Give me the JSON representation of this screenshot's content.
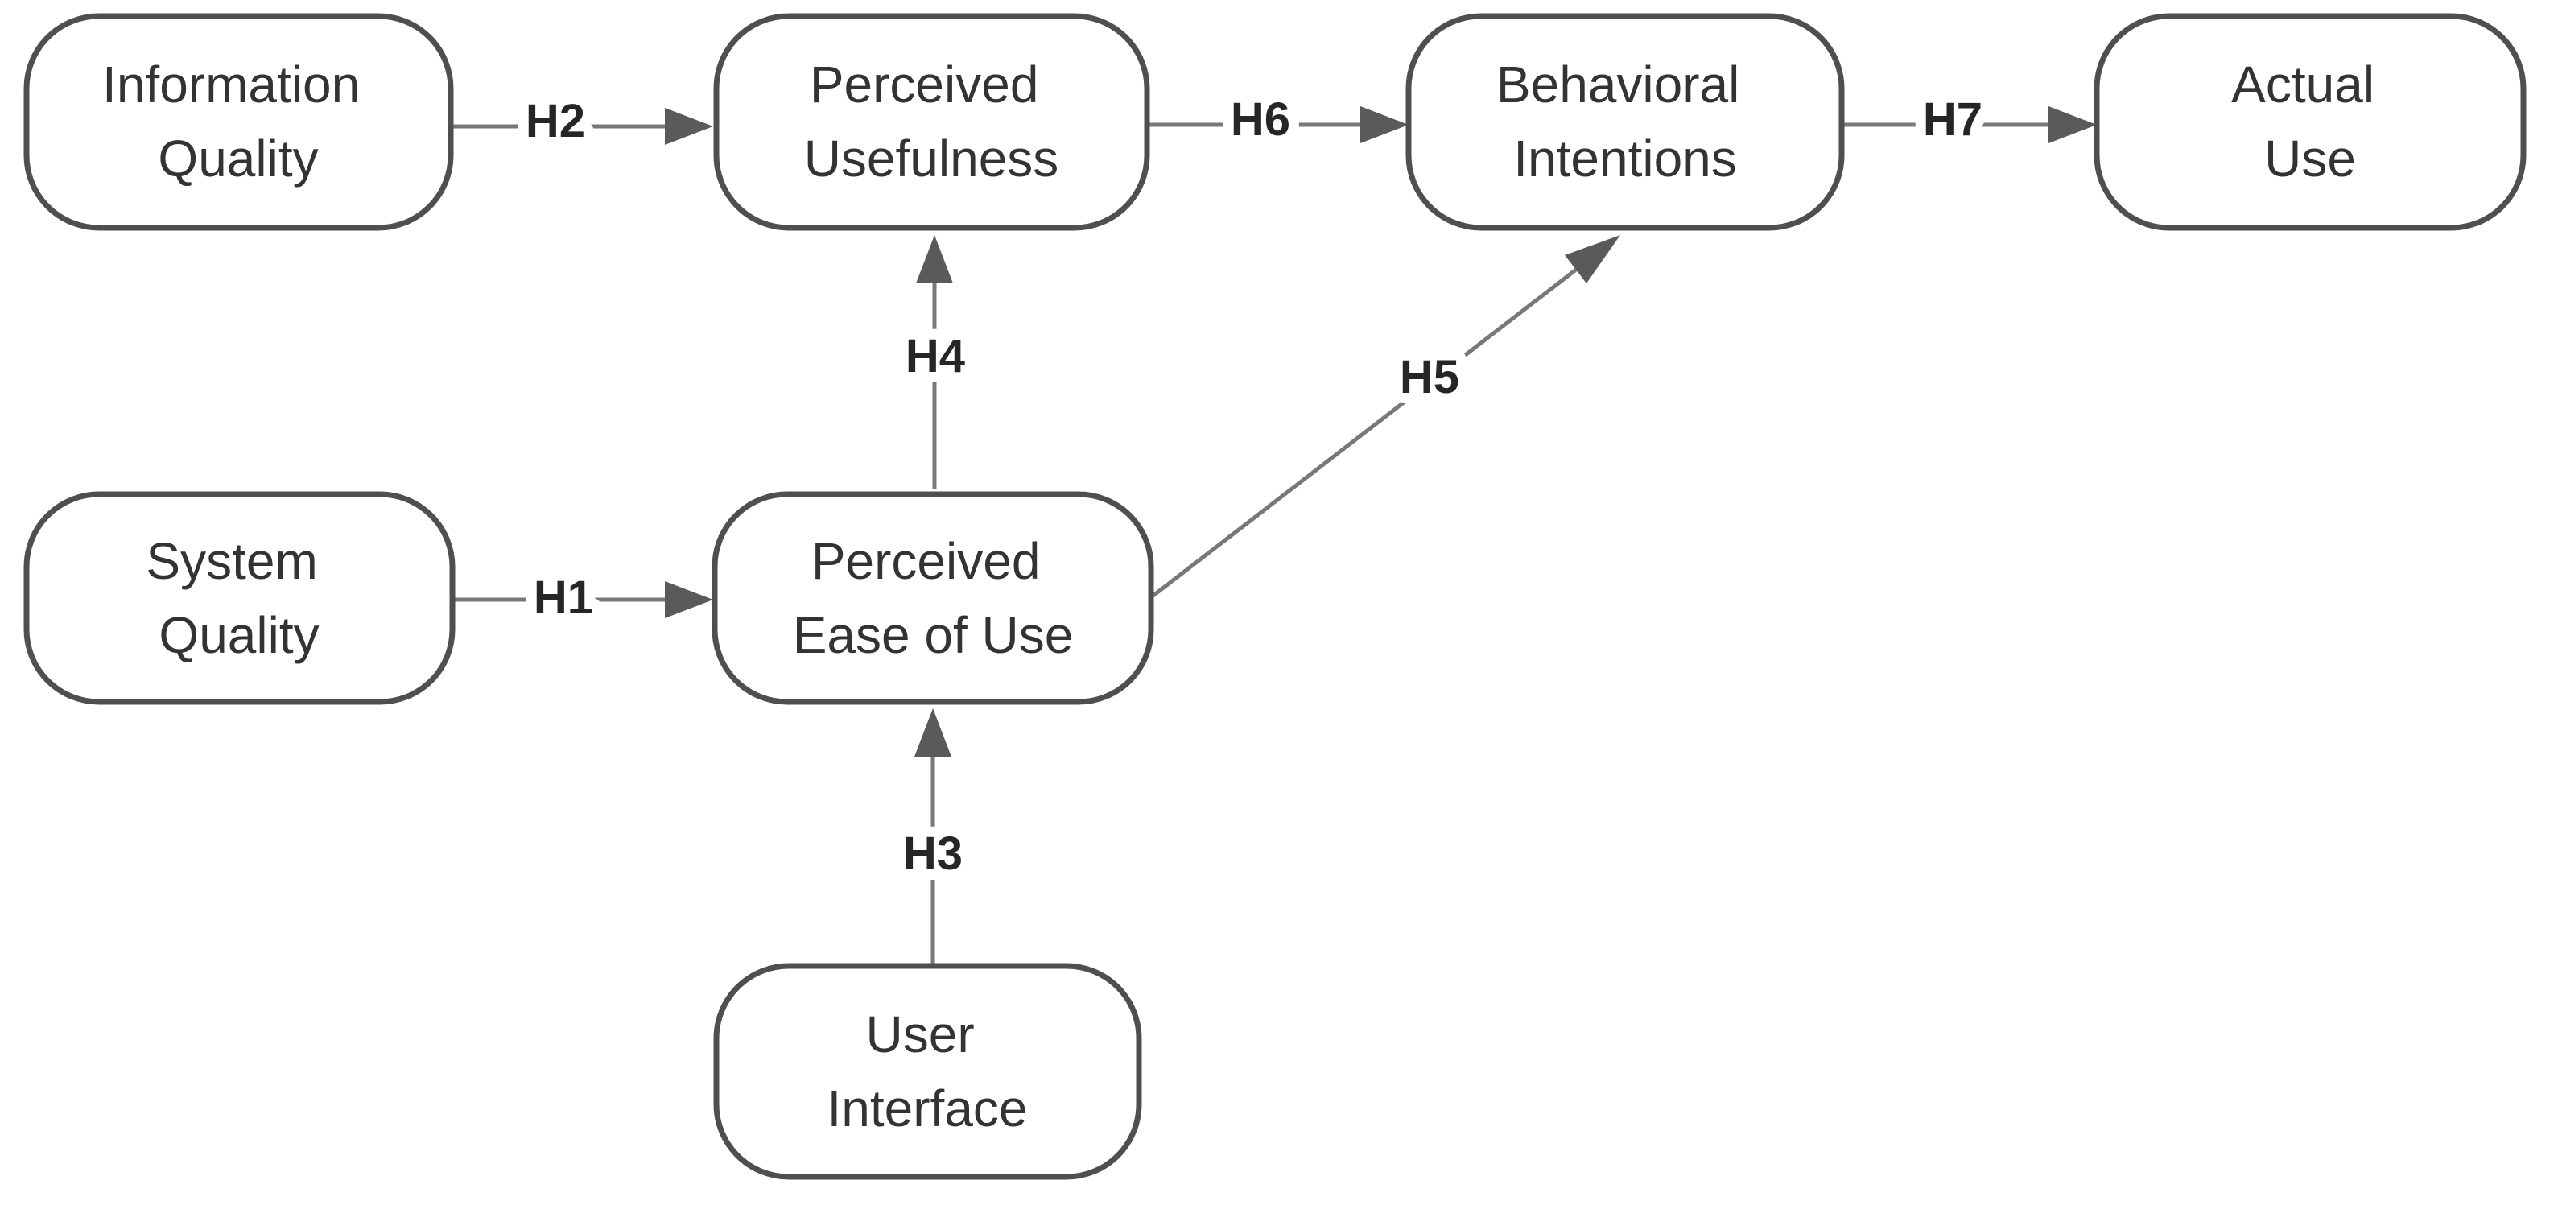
{
  "diagram": {
    "type": "flowchart",
    "description": "Technology acceptance model hypothesis diagram",
    "background": "#ffffff",
    "colors": {
      "node_border": "#4f4f4f",
      "node_fill": "#ffffff",
      "node_text": "#333333",
      "connector_line": "#787878",
      "arrowhead": "#5a5a5a",
      "edge_label_text": "#262626"
    },
    "nodes": [
      {
        "id": "information-quality",
        "lines": [
          "Information",
          "Quality"
        ]
      },
      {
        "id": "perceived-usefulness",
        "lines": [
          "Perceived",
          "Usefulness"
        ]
      },
      {
        "id": "behavioral-intentions",
        "lines": [
          "Behavioral",
          "Intentions"
        ]
      },
      {
        "id": "actual-use",
        "lines": [
          "Actual",
          "Use"
        ]
      },
      {
        "id": "system-quality",
        "lines": [
          "System",
          "Quality"
        ]
      },
      {
        "id": "perceived-ease-of-use",
        "lines": [
          "Perceived",
          "Ease of Use"
        ]
      },
      {
        "id": "user-interface",
        "lines": [
          "User",
          "Interface"
        ]
      }
    ],
    "edges": [
      {
        "id": "h1",
        "label": "H1",
        "from": "system-quality",
        "to": "perceived-ease-of-use"
      },
      {
        "id": "h2",
        "label": "H2",
        "from": "information-quality",
        "to": "perceived-usefulness"
      },
      {
        "id": "h3",
        "label": "H3",
        "from": "user-interface",
        "to": "perceived-ease-of-use"
      },
      {
        "id": "h4",
        "label": "H4",
        "from": "perceived-ease-of-use",
        "to": "perceived-usefulness"
      },
      {
        "id": "h5",
        "label": "H5",
        "from": "perceived-ease-of-use",
        "to": "behavioral-intentions"
      },
      {
        "id": "h6",
        "label": "H6",
        "from": "perceived-usefulness",
        "to": "behavioral-intentions"
      },
      {
        "id": "h7",
        "label": "H7",
        "from": "behavioral-intentions",
        "to": "actual-use"
      }
    ]
  }
}
